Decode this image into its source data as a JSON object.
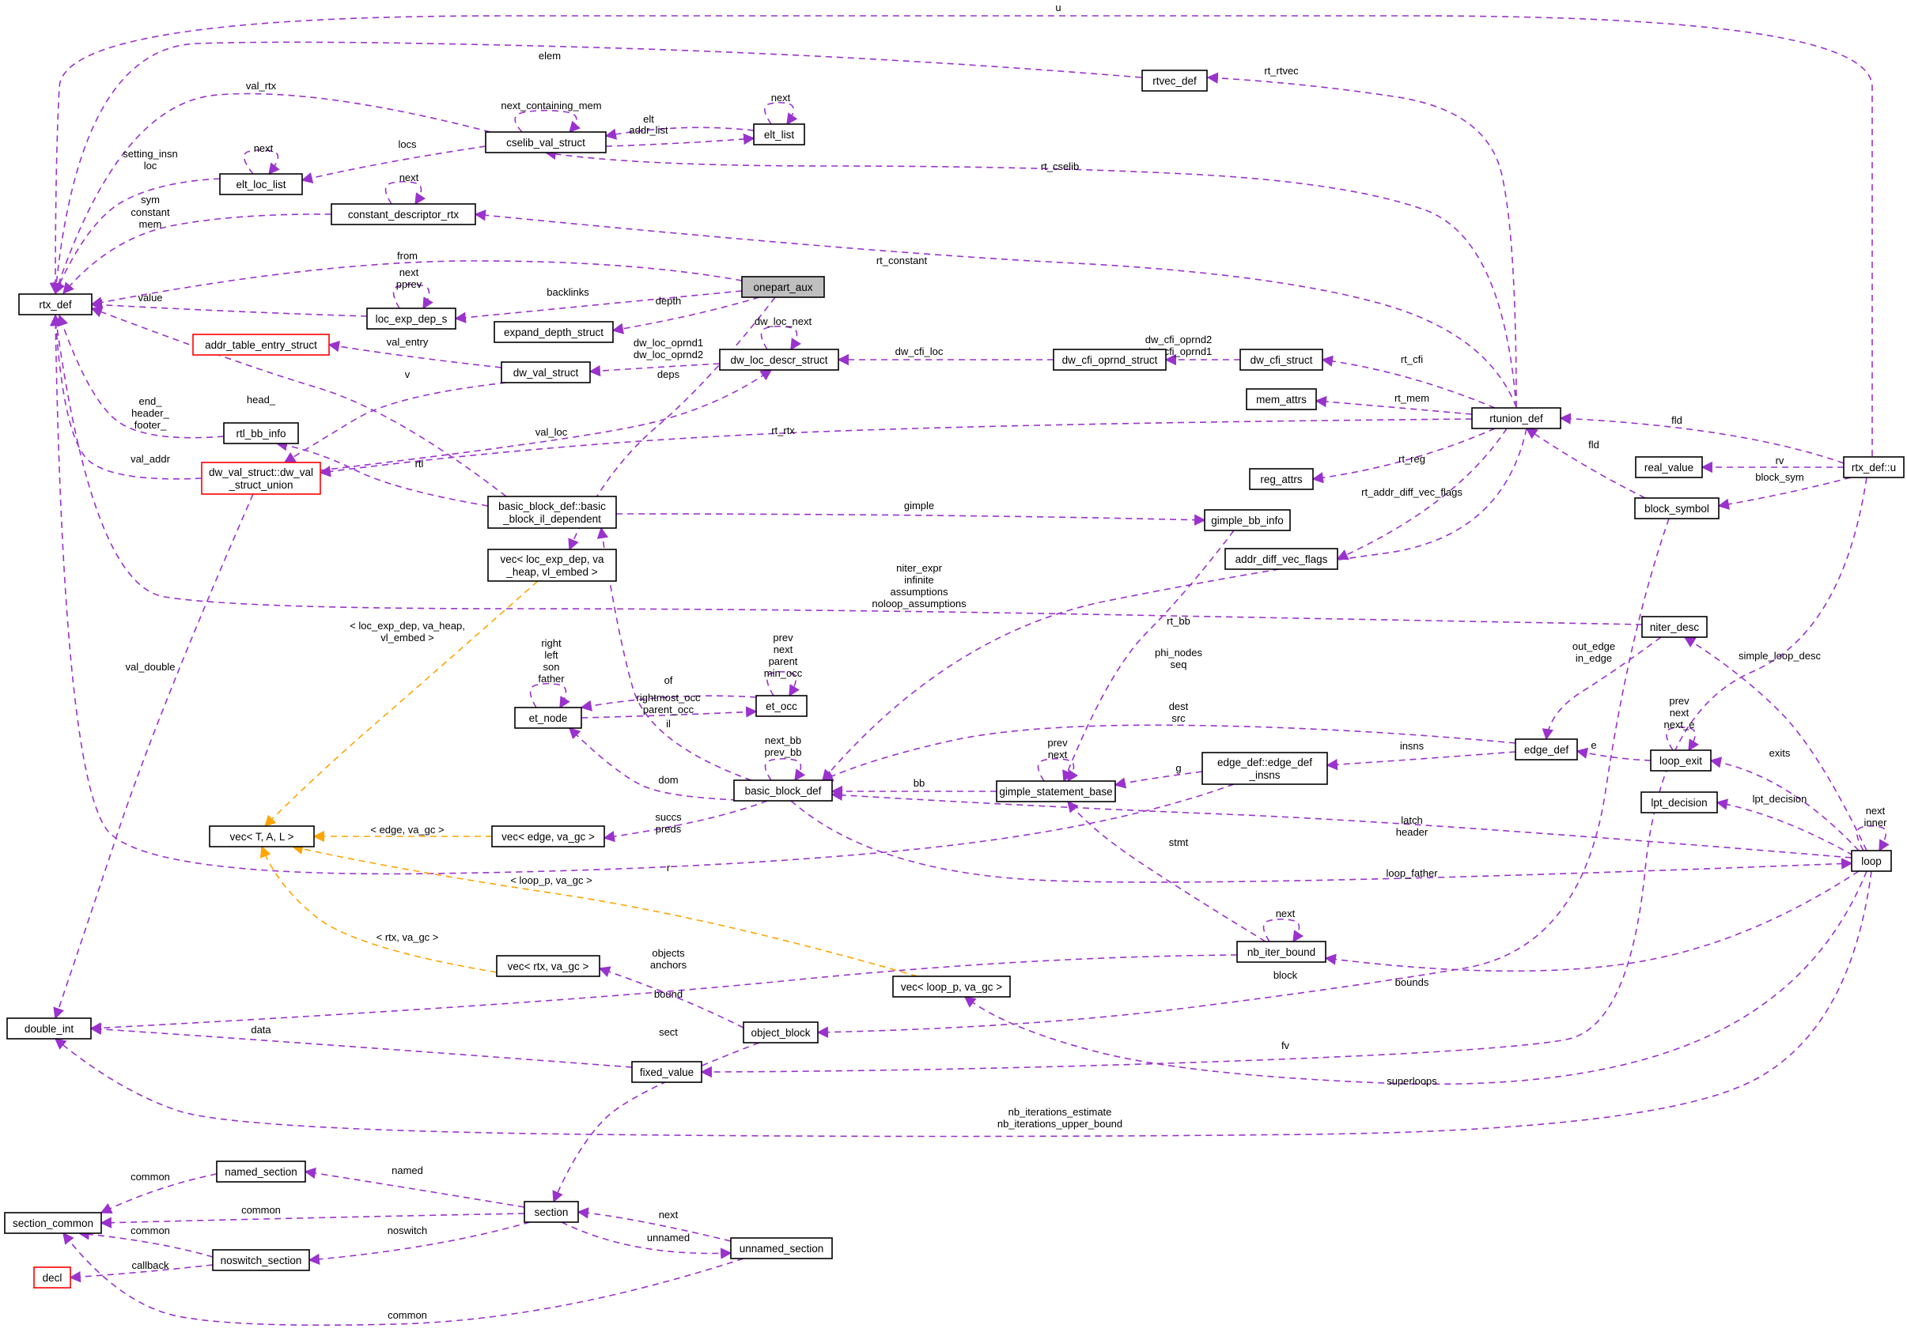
{
  "nodes": [
    {
      "id": "rtx_def",
      "label": [
        "rtx_def"
      ],
      "style": "normal"
    },
    {
      "id": "rtvec_def",
      "label": [
        "rtvec_def"
      ],
      "style": "normal"
    },
    {
      "id": "cselib_val_struct",
      "label": [
        "cselib_val_struct"
      ],
      "style": "normal"
    },
    {
      "id": "elt_list",
      "label": [
        "elt_list"
      ],
      "style": "normal"
    },
    {
      "id": "elt_loc_list",
      "label": [
        "elt_loc_list"
      ],
      "style": "normal"
    },
    {
      "id": "constant_descriptor_rtx",
      "label": [
        "constant_descriptor_rtx"
      ],
      "style": "normal"
    },
    {
      "id": "onepart_aux",
      "label": [
        "onepart_aux"
      ],
      "style": "focus"
    },
    {
      "id": "loc_exp_dep_s",
      "label": [
        "loc_exp_dep_s"
      ],
      "style": "normal"
    },
    {
      "id": "expand_depth_struct",
      "label": [
        "expand_depth_struct"
      ],
      "style": "normal"
    },
    {
      "id": "addr_table_entry_struct",
      "label": [
        "addr_table_entry_struct"
      ],
      "style": "undoc"
    },
    {
      "id": "dw_val_struct",
      "label": [
        "dw_val_struct"
      ],
      "style": "normal"
    },
    {
      "id": "dw_loc_descr_struct",
      "label": [
        "dw_loc_descr_struct"
      ],
      "style": "normal"
    },
    {
      "id": "dw_cfi_oprnd_struct",
      "label": [
        "dw_cfi_oprnd_struct"
      ],
      "style": "normal"
    },
    {
      "id": "dw_cfi_struct",
      "label": [
        "dw_cfi_struct"
      ],
      "style": "normal"
    },
    {
      "id": "mem_attrs",
      "label": [
        "mem_attrs"
      ],
      "style": "normal"
    },
    {
      "id": "rtunion_def",
      "label": [
        "rtunion_def"
      ],
      "style": "normal"
    },
    {
      "id": "rtl_bb_info",
      "label": [
        "rtl_bb_info"
      ],
      "style": "normal"
    },
    {
      "id": "dw_val_union",
      "label": [
        "dw_val_struct::dw_val",
        "_struct_union"
      ],
      "style": "undoc"
    },
    {
      "id": "bb_il_dependent",
      "label": [
        "basic_block_def::basic",
        "_block_il_dependent"
      ],
      "style": "normal"
    },
    {
      "id": "gimple_bb_info",
      "label": [
        "gimple_bb_info"
      ],
      "style": "normal"
    },
    {
      "id": "reg_attrs",
      "label": [
        "reg_attrs"
      ],
      "style": "normal"
    },
    {
      "id": "addr_diff_vec_flags",
      "label": [
        "addr_diff_vec_flags"
      ],
      "style": "normal"
    },
    {
      "id": "real_value",
      "label": [
        "real_value"
      ],
      "style": "normal"
    },
    {
      "id": "rtx_def_u",
      "label": [
        "rtx_def::u"
      ],
      "style": "normal"
    },
    {
      "id": "block_symbol",
      "label": [
        "block_symbol"
      ],
      "style": "normal"
    },
    {
      "id": "vec_loc_exp_dep",
      "label": [
        "vec< loc_exp_dep, va",
        "_heap, vl_embed >"
      ],
      "style": "normal"
    },
    {
      "id": "niter_desc",
      "label": [
        "niter_desc"
      ],
      "style": "normal"
    },
    {
      "id": "et_node",
      "label": [
        "et_node"
      ],
      "style": "normal"
    },
    {
      "id": "et_occ",
      "label": [
        "et_occ"
      ],
      "style": "normal"
    },
    {
      "id": "edge_def",
      "label": [
        "edge_def"
      ],
      "style": "normal"
    },
    {
      "id": "loop_exit",
      "label": [
        "loop_exit"
      ],
      "style": "normal"
    },
    {
      "id": "basic_block_def",
      "label": [
        "basic_block_def"
      ],
      "style": "normal"
    },
    {
      "id": "gimple_statement_base",
      "label": [
        "gimple_statement_base"
      ],
      "style": "normal"
    },
    {
      "id": "edge_def_insns",
      "label": [
        "edge_def::edge_def",
        "_insns"
      ],
      "style": "normal"
    },
    {
      "id": "vec_T",
      "label": [
        "vec< T, A, L >"
      ],
      "style": "normal"
    },
    {
      "id": "vec_edge",
      "label": [
        "vec< edge, va_gc >"
      ],
      "style": "normal"
    },
    {
      "id": "lpt_decision",
      "label": [
        "lpt_decision"
      ],
      "style": "normal"
    },
    {
      "id": "loop",
      "label": [
        "loop"
      ],
      "style": "normal"
    },
    {
      "id": "nb_iter_bound",
      "label": [
        "nb_iter_bound"
      ],
      "style": "normal"
    },
    {
      "id": "vec_rtx",
      "label": [
        "vec< rtx, va_gc >"
      ],
      "style": "normal"
    },
    {
      "id": "vec_loop_p",
      "label": [
        "vec< loop_p, va_gc >"
      ],
      "style": "normal"
    },
    {
      "id": "double_int",
      "label": [
        "double_int"
      ],
      "style": "normal"
    },
    {
      "id": "object_block",
      "label": [
        "object_block"
      ],
      "style": "normal"
    },
    {
      "id": "fixed_value",
      "label": [
        "fixed_value"
      ],
      "style": "normal"
    },
    {
      "id": "named_section",
      "label": [
        "named_section"
      ],
      "style": "normal"
    },
    {
      "id": "section",
      "label": [
        "section"
      ],
      "style": "normal"
    },
    {
      "id": "section_common",
      "label": [
        "section_common"
      ],
      "style": "normal"
    },
    {
      "id": "noswitch_section",
      "label": [
        "noswitch_section"
      ],
      "style": "normal"
    },
    {
      "id": "unnamed_section",
      "label": [
        "unnamed_section"
      ],
      "style": "normal"
    },
    {
      "id": "decl",
      "label": [
        "decl"
      ],
      "style": "undoc"
    }
  ],
  "edges": [
    {
      "from": "rtx_def_u",
      "to": "rtx_def",
      "label": [
        "u"
      ],
      "kind": "member"
    },
    {
      "from": "rtvec_def",
      "to": "rtx_def",
      "label": [
        "elem"
      ],
      "kind": "member"
    },
    {
      "from": "rtunion_def",
      "to": "rtvec_def",
      "label": [
        "rt_rtvec"
      ],
      "kind": "member"
    },
    {
      "from": "cselib_val_struct",
      "to": "rtx_def",
      "label": [
        "val_rtx"
      ],
      "kind": "member"
    },
    {
      "from": "cselib_val_struct",
      "to": "cselib_val_struct",
      "label": [
        "next_containing_mem"
      ],
      "kind": "member"
    },
    {
      "from": "elt_list",
      "to": "cselib_val_struct",
      "label": [
        "elt",
        "addr_list"
      ],
      "kind": "member"
    },
    {
      "from": "cselib_val_struct",
      "to": "elt_list",
      "label": [],
      "kind": "member"
    },
    {
      "from": "elt_list",
      "to": "elt_list",
      "label": [
        "next"
      ],
      "kind": "member"
    },
    {
      "from": "rtunion_def",
      "to": "cselib_val_struct",
      "label": [
        "rt_cselib"
      ],
      "kind": "member"
    },
    {
      "from": "cselib_val_struct",
      "to": "elt_loc_list",
      "label": [
        "locs"
      ],
      "kind": "member"
    },
    {
      "from": "elt_loc_list",
      "to": "elt_loc_list",
      "label": [
        "next"
      ],
      "kind": "member"
    },
    {
      "from": "elt_loc_list",
      "to": "rtx_def",
      "label": [
        "setting_insn",
        "loc"
      ],
      "kind": "member"
    },
    {
      "from": "constant_descriptor_rtx",
      "to": "constant_descriptor_rtx",
      "label": [
        "next"
      ],
      "kind": "member"
    },
    {
      "from": "constant_descriptor_rtx",
      "to": "rtx_def",
      "label": [
        "sym",
        "constant",
        "mem"
      ],
      "kind": "member"
    },
    {
      "from": "rtunion_def",
      "to": "constant_descriptor_rtx",
      "label": [
        "rt_constant"
      ],
      "kind": "member"
    },
    {
      "from": "onepart_aux",
      "to": "rtx_def",
      "label": [
        "from"
      ],
      "kind": "member"
    },
    {
      "from": "onepart_aux",
      "to": "loc_exp_dep_s",
      "label": [
        "backlinks"
      ],
      "kind": "member"
    },
    {
      "from": "loc_exp_dep_s",
      "to": "loc_exp_dep_s",
      "label": [
        "next",
        "pprev"
      ],
      "kind": "member"
    },
    {
      "from": "loc_exp_dep_s",
      "to": "rtx_def",
      "label": [
        "value"
      ],
      "kind": "member"
    },
    {
      "from": "onepart_aux",
      "to": "expand_depth_struct",
      "label": [
        "depth"
      ],
      "kind": "member"
    },
    {
      "from": "onepart_aux",
      "to": "vec_loc_exp_dep",
      "label": [
        "deps"
      ],
      "kind": "member"
    },
    {
      "from": "dw_val_struct",
      "to": "addr_table_entry_struct",
      "label": [
        "val_entry"
      ],
      "kind": "member"
    },
    {
      "from": "dw_val_struct",
      "to": "dw_val_union",
      "label": [
        "v"
      ],
      "kind": "member"
    },
    {
      "from": "dw_loc_descr_struct",
      "to": "dw_val_struct",
      "label": [
        "dw_loc_oprnd1",
        "dw_loc_oprnd2"
      ],
      "kind": "member"
    },
    {
      "from": "dw_loc_descr_struct",
      "to": "dw_loc_descr_struct",
      "label": [
        "dw_loc_next"
      ],
      "kind": "member"
    },
    {
      "from": "dw_cfi_oprnd_struct",
      "to": "dw_loc_descr_struct",
      "label": [
        "dw_cfi_loc"
      ],
      "kind": "member"
    },
    {
      "from": "dw_cfi_struct",
      "to": "dw_cfi_oprnd_struct",
      "label": [
        "dw_cfi_oprnd2",
        "dw_cfi_oprnd1"
      ],
      "kind": "member"
    },
    {
      "from": "rtunion_def",
      "to": "dw_cfi_struct",
      "label": [
        "rt_cfi"
      ],
      "kind": "member"
    },
    {
      "from": "rtunion_def",
      "to": "mem_attrs",
      "label": [
        "rt_mem"
      ],
      "kind": "member"
    },
    {
      "from": "rtx_def_u",
      "to": "rtunion_def",
      "label": [
        "fld"
      ],
      "kind": "member"
    },
    {
      "from": "block_symbol",
      "to": "rtunion_def",
      "label": [
        "fld"
      ],
      "kind": "member"
    },
    {
      "from": "rtunion_def",
      "to": "reg_attrs",
      "label": [
        "rt_reg"
      ],
      "kind": "member"
    },
    {
      "from": "rtunion_def",
      "to": "addr_diff_vec_flags",
      "label": [
        "rt_addr_diff_vec_flags"
      ],
      "kind": "member"
    },
    {
      "from": "rtunion_def",
      "to": "dw_val_union",
      "label": [
        "rt_rtx"
      ],
      "kind": "member"
    },
    {
      "from": "rtunion_def",
      "to": "basic_block_def",
      "label": [
        "rt_bb"
      ],
      "kind": "member"
    },
    {
      "from": "rtx_def_u",
      "to": "real_value",
      "label": [
        "rv"
      ],
      "kind": "member"
    },
    {
      "from": "rtx_def_u",
      "to": "block_symbol",
      "label": [
        "block_sym"
      ],
      "kind": "member"
    },
    {
      "from": "rtx_def_u",
      "to": "fixed_value",
      "label": [
        "fv"
      ],
      "kind": "member"
    },
    {
      "from": "dw_val_union",
      "to": "dw_loc_descr_struct",
      "label": [
        "val_loc"
      ],
      "kind": "member"
    },
    {
      "from": "dw_val_union",
      "to": "rtx_def",
      "label": [
        "val_addr"
      ],
      "kind": "member"
    },
    {
      "from": "dw_val_union",
      "to": "double_int",
      "label": [
        "val_double"
      ],
      "kind": "member"
    },
    {
      "from": "rtl_bb_info",
      "to": "rtx_def",
      "label": [
        "end_",
        "header_",
        "footer_"
      ],
      "kind": "member"
    },
    {
      "from": "bb_il_dependent",
      "to": "rtl_bb_info",
      "label": [
        "rtl"
      ],
      "kind": "member"
    },
    {
      "from": "bb_il_dependent",
      "to": "gimple_bb_info",
      "label": [
        "gimple"
      ],
      "kind": "member"
    },
    {
      "from": "bb_il_dependent",
      "to": "rtx_def",
      "label": [
        "head_"
      ],
      "kind": "member"
    },
    {
      "from": "basic_block_def",
      "to": "bb_il_dependent",
      "label": [
        "il"
      ],
      "kind": "member"
    },
    {
      "from": "gimple_bb_info",
      "to": "gimple_statement_base",
      "label": [
        "phi_nodes",
        "seq"
      ],
      "kind": "member"
    },
    {
      "from": "block_symbol",
      "to": "object_block",
      "label": [
        "block"
      ],
      "kind": "member"
    },
    {
      "from": "niter_desc",
      "to": "rtx_def",
      "label": [
        "niter_expr",
        "infinite",
        "assumptions",
        "noloop_assumptions"
      ],
      "kind": "member"
    },
    {
      "from": "niter_desc",
      "to": "edge_def",
      "label": [
        "out_edge",
        "in_edge"
      ],
      "kind": "member"
    },
    {
      "from": "loop",
      "to": "niter_desc",
      "label": [
        "simple_loop_desc"
      ],
      "kind": "member"
    },
    {
      "from": "et_node",
      "to": "et_node",
      "label": [
        "right",
        "left",
        "son",
        "father"
      ],
      "kind": "member"
    },
    {
      "from": "et_occ",
      "to": "et_node",
      "label": [
        "of"
      ],
      "kind": "member"
    },
    {
      "from": "et_node",
      "to": "et_occ",
      "label": [
        "rightmost_occ",
        "parent_occ"
      ],
      "kind": "member"
    },
    {
      "from": "et_occ",
      "to": "et_occ",
      "label": [
        "prev",
        "next",
        "parent",
        "min_occ"
      ],
      "kind": "member"
    },
    {
      "from": "basic_block_def",
      "to": "et_node",
      "label": [
        "dom"
      ],
      "kind": "member"
    },
    {
      "from": "edge_def",
      "to": "basic_block_def",
      "label": [
        "dest",
        "src"
      ],
      "kind": "member"
    },
    {
      "from": "edge_def",
      "to": "edge_def_insns",
      "label": [
        "insns"
      ],
      "kind": "member"
    },
    {
      "from": "loop_exit",
      "to": "edge_def",
      "label": [
        "e"
      ],
      "kind": "member"
    },
    {
      "from": "loop_exit",
      "to": "loop_exit",
      "label": [
        "prev",
        "next",
        "next_e"
      ],
      "kind": "member"
    },
    {
      "from": "loop",
      "to": "loop_exit",
      "label": [
        "exits"
      ],
      "kind": "member"
    },
    {
      "from": "basic_block_def",
      "to": "basic_block_def",
      "label": [
        "next_bb",
        "prev_bb"
      ],
      "kind": "member"
    },
    {
      "from": "gimple_statement_base",
      "to": "basic_block_def",
      "label": [
        "bb"
      ],
      "kind": "member"
    },
    {
      "from": "gimple_statement_base",
      "to": "gimple_statement_base",
      "label": [
        "prev",
        "next"
      ],
      "kind": "member"
    },
    {
      "from": "edge_def_insns",
      "to": "gimple_statement_base",
      "label": [
        "g"
      ],
      "kind": "member"
    },
    {
      "from": "edge_def_insns",
      "to": "rtx_def",
      "label": [
        "r"
      ],
      "kind": "member"
    },
    {
      "from": "basic_block_def",
      "to": "vec_edge",
      "label": [
        "succs",
        "preds"
      ],
      "kind": "member"
    },
    {
      "from": "vec_edge",
      "to": "vec_T",
      "label": [
        "< edge, va_gc >"
      ],
      "kind": "template"
    },
    {
      "from": "vec_loc_exp_dep",
      "to": "vec_T",
      "label": [
        "< loc_exp_dep, va_heap,",
        "vl_embed >"
      ],
      "kind": "template"
    },
    {
      "from": "vec_loop_p",
      "to": "vec_T",
      "label": [
        "< loop_p, va_gc >"
      ],
      "kind": "template"
    },
    {
      "from": "vec_rtx",
      "to": "vec_T",
      "label": [
        "< rtx, va_gc >"
      ],
      "kind": "template"
    },
    {
      "from": "loop",
      "to": "lpt_decision",
      "label": [
        "lpt_decision"
      ],
      "kind": "member"
    },
    {
      "from": "loop",
      "to": "basic_block_def",
      "label": [
        "latch",
        "header"
      ],
      "kind": "member"
    },
    {
      "from": "basic_block_def",
      "to": "loop",
      "label": [
        "loop_father"
      ],
      "kind": "member"
    },
    {
      "from": "loop",
      "to": "loop",
      "label": [
        "next",
        "inner"
      ],
      "kind": "member"
    },
    {
      "from": "nb_iter_bound",
      "to": "gimple_statement_base",
      "label": [
        "stmt"
      ],
      "kind": "member"
    },
    {
      "from": "nb_iter_bound",
      "to": "nb_iter_bound",
      "label": [
        "next"
      ],
      "kind": "member"
    },
    {
      "from": "loop",
      "to": "nb_iter_bound",
      "label": [
        "bounds"
      ],
      "kind": "member"
    },
    {
      "from": "nb_iter_bound",
      "to": "double_int",
      "label": [
        "bound"
      ],
      "kind": "member"
    },
    {
      "from": "loop",
      "to": "vec_loop_p",
      "label": [
        "superloops"
      ],
      "kind": "member"
    },
    {
      "from": "loop",
      "to": "double_int",
      "label": [
        "nb_iterations_estimate",
        "nb_iterations_upper_bound"
      ],
      "kind": "member"
    },
    {
      "from": "object_block",
      "to": "vec_rtx",
      "label": [
        "objects",
        "anchors"
      ],
      "kind": "member"
    },
    {
      "from": "object_block",
      "to": "section",
      "label": [
        "sect"
      ],
      "kind": "member"
    },
    {
      "from": "fixed_value",
      "to": "double_int",
      "label": [
        "data"
      ],
      "kind": "member"
    },
    {
      "from": "named_section",
      "to": "section_common",
      "label": [
        "common"
      ],
      "kind": "member"
    },
    {
      "from": "section",
      "to": "named_section",
      "label": [
        "named"
      ],
      "kind": "member"
    },
    {
      "from": "section",
      "to": "section_common",
      "label": [
        "common"
      ],
      "kind": "member"
    },
    {
      "from": "section",
      "to": "noswitch_section",
      "label": [
        "noswitch"
      ],
      "kind": "member"
    },
    {
      "from": "section",
      "to": "unnamed_section",
      "label": [
        "unnamed"
      ],
      "kind": "member"
    },
    {
      "from": "unnamed_section",
      "to": "section",
      "label": [
        "next"
      ],
      "kind": "member"
    },
    {
      "from": "noswitch_section",
      "to": "section_common",
      "label": [
        "common"
      ],
      "kind": "member"
    },
    {
      "from": "noswitch_section",
      "to": "decl",
      "label": [
        "callback"
      ],
      "kind": "member"
    },
    {
      "from": "unnamed_section",
      "to": "section_common",
      "label": [
        "common"
      ],
      "kind": "member"
    }
  ],
  "colors": {
    "member_edge": "#9a32cd",
    "template_edge": "#ffa500",
    "node_border": "#000000",
    "undocumented_border": "#ff0000",
    "focus_fill": "#bfbfbf"
  }
}
